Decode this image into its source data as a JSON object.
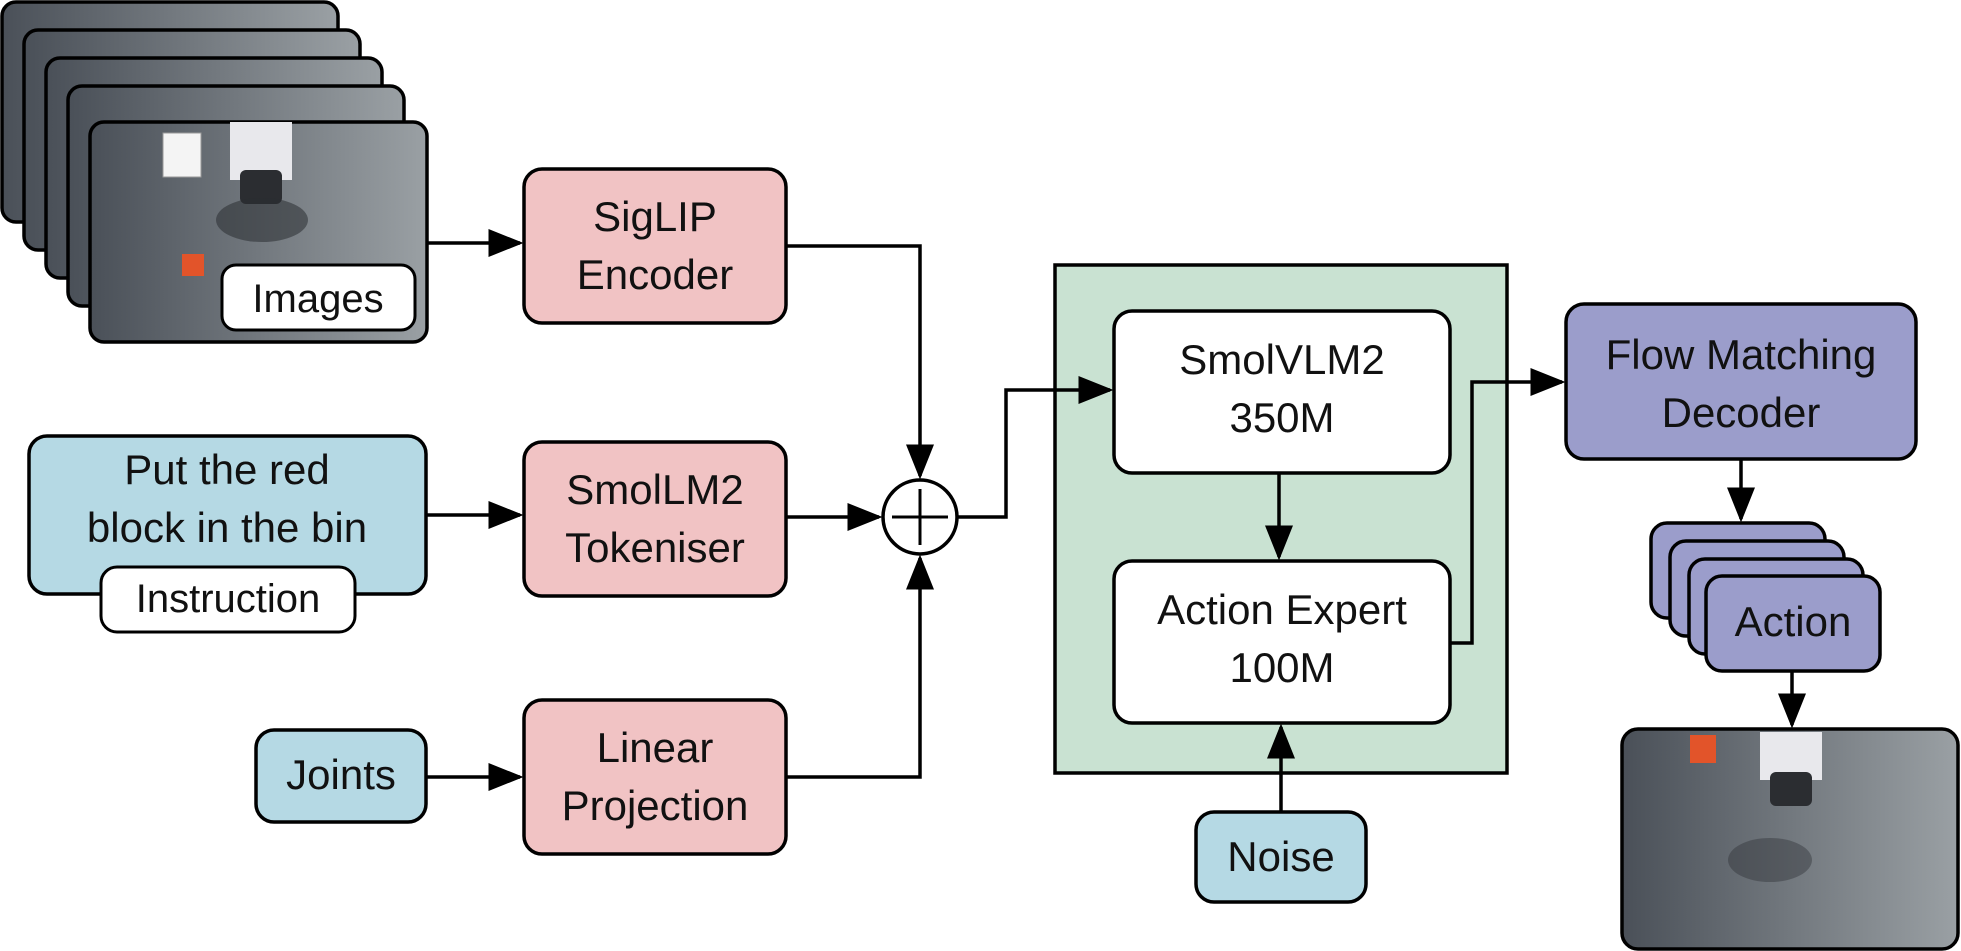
{
  "colors": {
    "blue": "#b5d9e4",
    "pink": "#f1c3c4",
    "green": "#c9e2d2",
    "purple": "#9b9dcb",
    "white": "#ffffff",
    "stroke": "#000000",
    "camera_floor": "#4a5058",
    "camera_floor_light": "#9aa0a4",
    "camera_block": "#e2542a"
  },
  "images": {
    "label": "Images"
  },
  "instruction": {
    "text_line1": "Put the red",
    "text_line2": "block in the bin",
    "label": "Instruction"
  },
  "joints": {
    "label": "Joints"
  },
  "siglip": {
    "line1": "SigLIP",
    "line2": "Encoder"
  },
  "tokeniser": {
    "line1": "SmolLM2",
    "line2": "Tokeniser"
  },
  "projection": {
    "line1": "Linear",
    "line2": "Projection"
  },
  "combine": {
    "symbol": "+"
  },
  "vlm": {
    "line1": "SmolVLM2",
    "line2": "350M"
  },
  "expert": {
    "line1": "Action Expert",
    "line2": "100M"
  },
  "noise": {
    "label": "Noise"
  },
  "decoder": {
    "line1": "Flow Matching",
    "line2": "Decoder"
  },
  "action": {
    "label": "Action"
  }
}
